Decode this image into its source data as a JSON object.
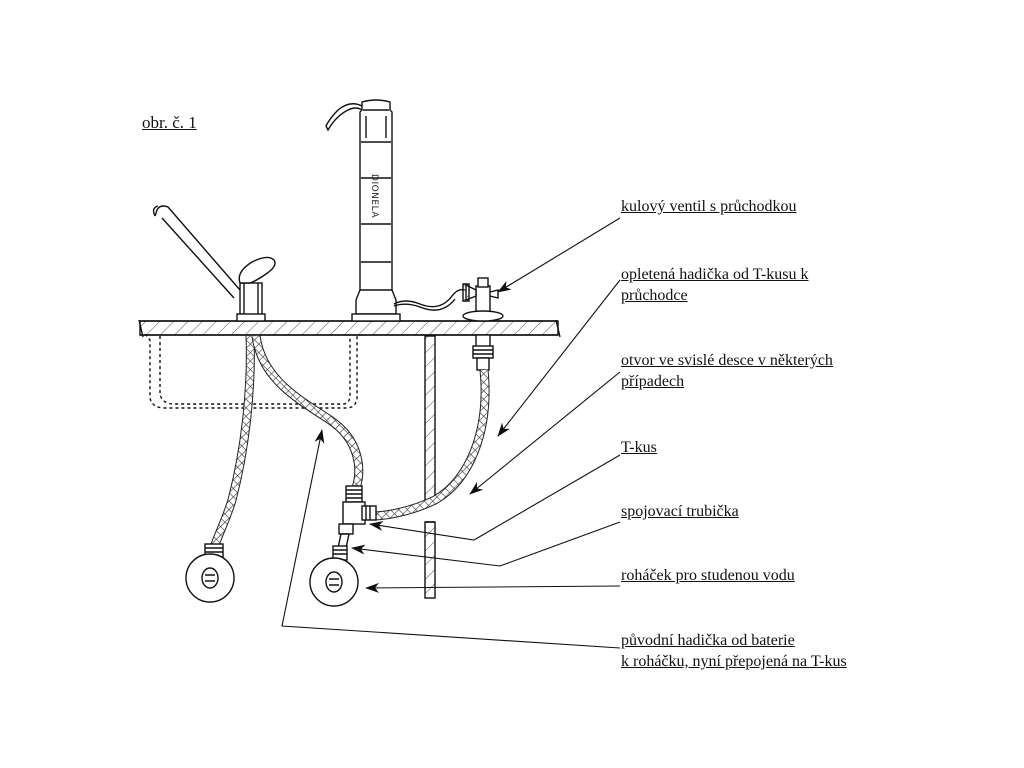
{
  "figure_label": "obr. č. 1",
  "product_brand": "DIONELA",
  "callouts": [
    {
      "lines": [
        "kulový ventil s průchodkou"
      ]
    },
    {
      "lines": [
        "opletená hadička od T-kusu k",
        "průchodce"
      ]
    },
    {
      "lines": [
        "otvor ve svislé desce v některých",
        "případech"
      ]
    },
    {
      "lines": [
        "T-kus"
      ]
    },
    {
      "lines": [
        "spojovací trubička"
      ]
    },
    {
      "lines": [
        "roháček pro studenou vodu"
      ]
    },
    {
      "lines": [
        "původní hadička od baterie",
        "k roháčku, nyní přepojená na T-kus"
      ]
    }
  ]
}
